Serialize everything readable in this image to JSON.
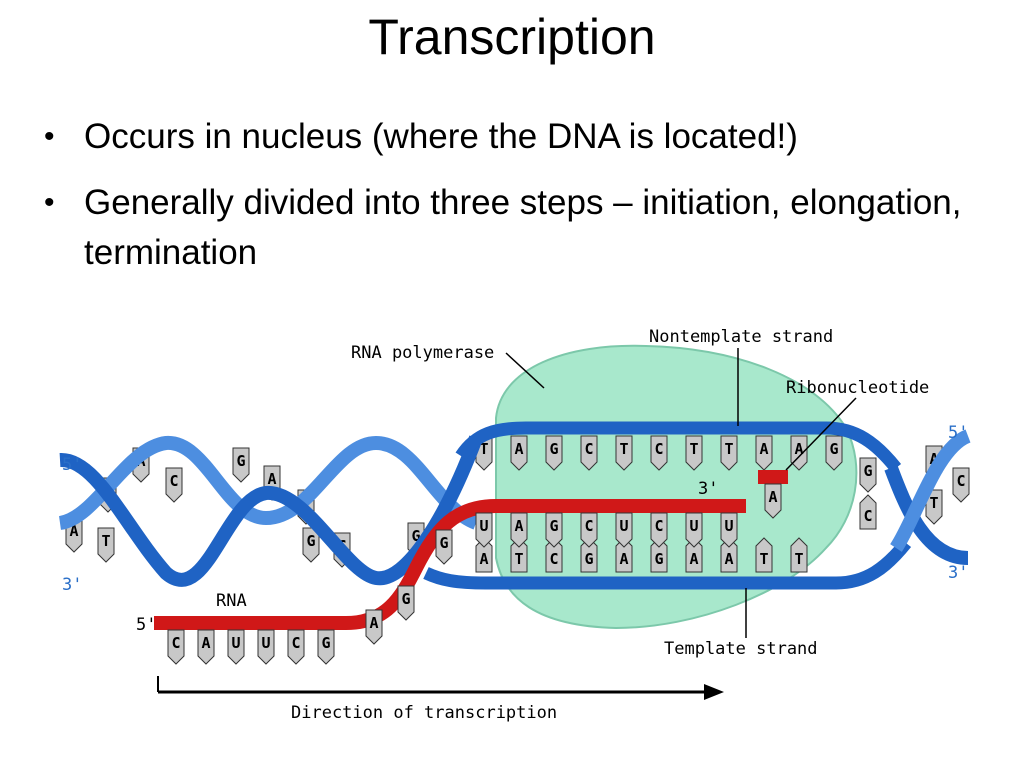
{
  "title": "Transcription",
  "bullets": [
    "Occurs in nucleus (where the DNA is located!)",
    "Generally divided into three steps – initiation, elongation, termination"
  ],
  "diagram": {
    "labels": {
      "rna_polymerase": "RNA polymerase",
      "nontemplate_strand": "Nontemplate strand",
      "ribonucleotide": "Ribonucleotide",
      "template_strand": "Template strand",
      "rna": "RNA",
      "direction": "Direction of transcription"
    },
    "ends": {
      "left_top": "5'",
      "left_bottom": "3'",
      "right_top": "5'",
      "right_bottom": "3'",
      "rna_5": "5'",
      "rna_3": "3'"
    },
    "nontemplate_bases": [
      "T",
      "A",
      "G",
      "C",
      "T",
      "C",
      "T",
      "T",
      "A",
      "A",
      "G"
    ],
    "template_bases": [
      "A",
      "T",
      "C",
      "G",
      "A",
      "G",
      "A",
      "A",
      "T",
      "T"
    ],
    "rna_in_bubble": [
      "U",
      "A",
      "G",
      "C",
      "U",
      "C",
      "U",
      "U"
    ],
    "rna_tail_bases": [
      "C",
      "A",
      "U",
      "U",
      "C",
      "G",
      "A",
      "G",
      "G"
    ],
    "left_helix_bases": [
      "A",
      "T",
      "G",
      "A",
      "C",
      "G",
      "A",
      "T",
      "G",
      "C",
      "G"
    ],
    "right_helix_bases": [
      "G",
      "C",
      "A",
      "T",
      "C"
    ],
    "free_ribonucleotide": "A",
    "colors": {
      "dna_strand": "#1f63c4",
      "dna_strand_light": "#4d8ee0",
      "rna_strand": "#d01818",
      "polymerase": "#a8e8cc",
      "base_fill": "#c8c8c8",
      "arrow": "#000000"
    }
  }
}
